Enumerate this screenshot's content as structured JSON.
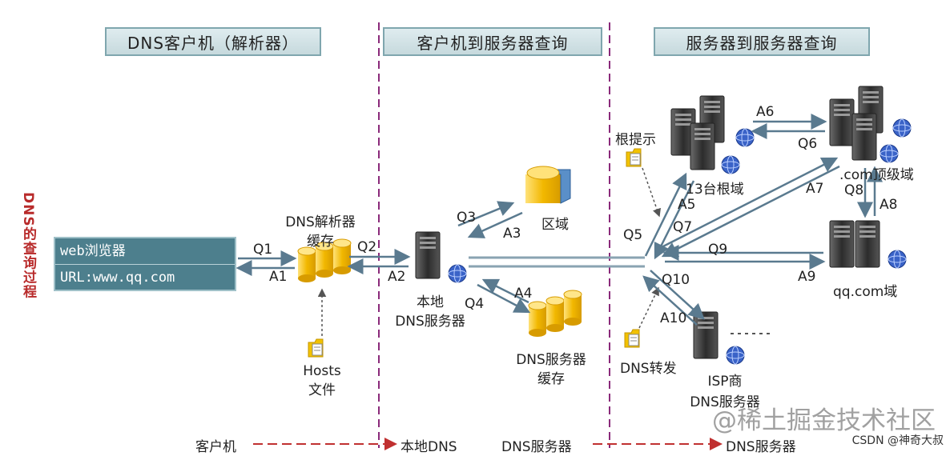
{
  "headers": {
    "client": "DNS客户机（解析器）",
    "client_to_server": "客户机到服务器查询",
    "server_to_server": "服务器到服务器查询"
  },
  "side_label": "DNS的查询过程",
  "browser": {
    "line1": "web浏览器",
    "line2": "URL:www.qq.com"
  },
  "nodes": {
    "resolver_cache": "DNS解析器\n缓存",
    "hosts_file": "Hosts\n文件",
    "local_dns": "本地\nDNS服务器",
    "zone": "区域",
    "dns_cache": "DNS服务器\n缓存",
    "root_hints": "根提示",
    "root_servers": "13台根域",
    "com_tld": ".com顶级域",
    "qq_domain": "qq.com域",
    "isp_dns": "ISP商\nDNS服务器",
    "forwarder": "DNS转发"
  },
  "messages": {
    "q1": "Q1",
    "a1": "A1",
    "q2": "Q2",
    "a2": "A2",
    "q3": "Q3",
    "a3": "A3",
    "q4": "Q4",
    "a4": "A4",
    "q5": "Q5",
    "a5": "A5",
    "q6": "Q6",
    "a6": "A6",
    "q7": "Q7",
    "a7": "A7",
    "q8": "Q8",
    "a8": "A8",
    "q9": "Q9",
    "a9": "A9",
    "q10": "Q10",
    "a10": "A10"
  },
  "legend": {
    "client": "客户机",
    "local_dns": "本地DNS",
    "dns_server_1": "DNS服务器",
    "dns_server_2": "DNS服务器"
  },
  "watermark": "@稀土掘金技术社区",
  "credit": "CSDN @神奇大叔",
  "colors": {
    "header_fill": "#c6d9dd",
    "divider": "#8a2a7a",
    "browser": "#4d7f8d",
    "arrow": "#5a7a8f",
    "dashed_red": "#c03030",
    "side_label": "#b82a2a",
    "folder": "#f2c200",
    "server": "#3a3a3a",
    "globe": "#3a63c8"
  }
}
